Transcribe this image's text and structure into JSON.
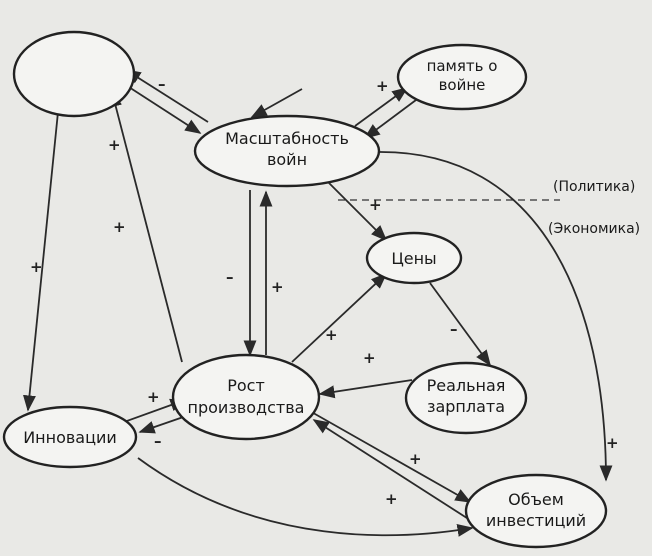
{
  "nodes": {
    "empty_top": "",
    "memory_line1": "память о",
    "memory_line2": "войне",
    "war_scale_line1": "Масштабность",
    "war_scale_line2": "войн",
    "prices": "Цены",
    "growth_line1": "Рост",
    "growth_line2": "производства",
    "real_wage_line1": "Реальная",
    "real_wage_line2": "зарплата",
    "innovations": "Инновации",
    "investment_line1": "Объем",
    "investment_line2": "инвестиций"
  },
  "legend": {
    "politics": "(Политика)",
    "economics": "(Экономика)"
  },
  "signs": {
    "plus": "+",
    "minus": "–"
  }
}
